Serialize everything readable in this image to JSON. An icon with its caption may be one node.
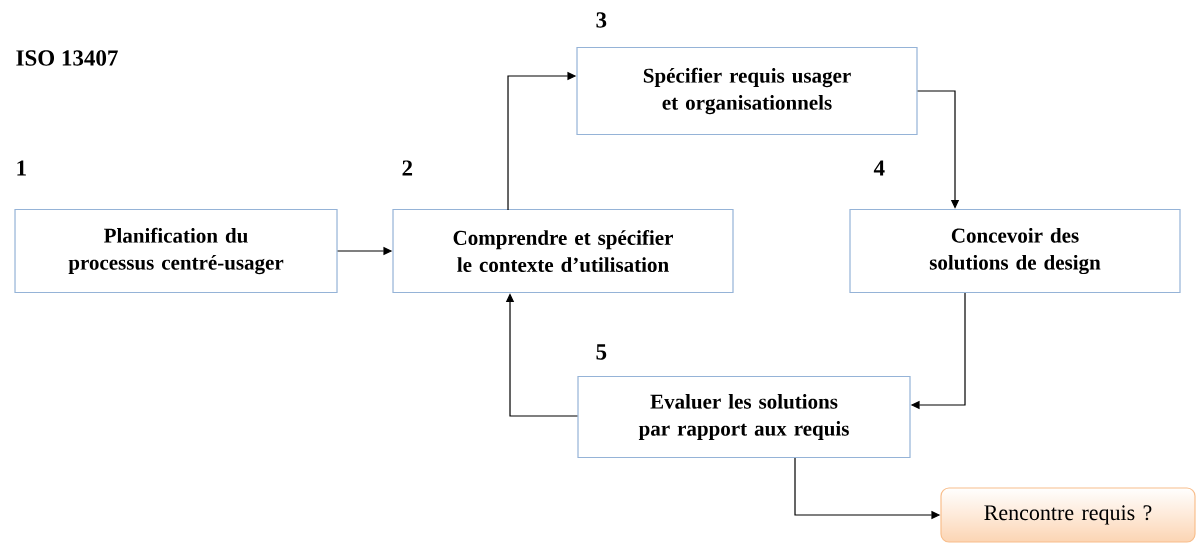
{
  "diagram": {
    "title": "ISO 13407",
    "nodes": [
      {
        "text": [
          "Planification du processus centré-usager"
        ],
        "beside": [
          "1"
        ]
      },
      {
        "text": [
          "Comprendre et spécifier le contexte d’utilisation"
        ],
        "beside": [
          "2"
        ]
      },
      {
        "text": [
          "Spécifier requis usager et organisationnels"
        ],
        "beside": [
          "3"
        ]
      },
      {
        "text": [
          "Concevoir des solutions de design"
        ],
        "beside": [
          "4"
        ]
      },
      {
        "text": [
          "Evaluer les solutions par rapport aux requis"
        ],
        "beside": [
          "5"
        ]
      },
      {
        "text": [
          "Rencontre requis ?"
        ]
      }
    ],
    "edges": [
      {
        "from": 0,
        "to": 1,
        "arrow": "to"
      },
      {
        "from": 1,
        "to": 2,
        "arrow": "to"
      },
      {
        "from": 2,
        "to": 3,
        "arrow": "to"
      },
      {
        "from": 3,
        "to": 4,
        "arrow": "to"
      },
      {
        "from": 4,
        "to": 1,
        "arrow": "to"
      },
      {
        "from": 4,
        "to": 5,
        "arrow": "to"
      }
    ]
  }
}
